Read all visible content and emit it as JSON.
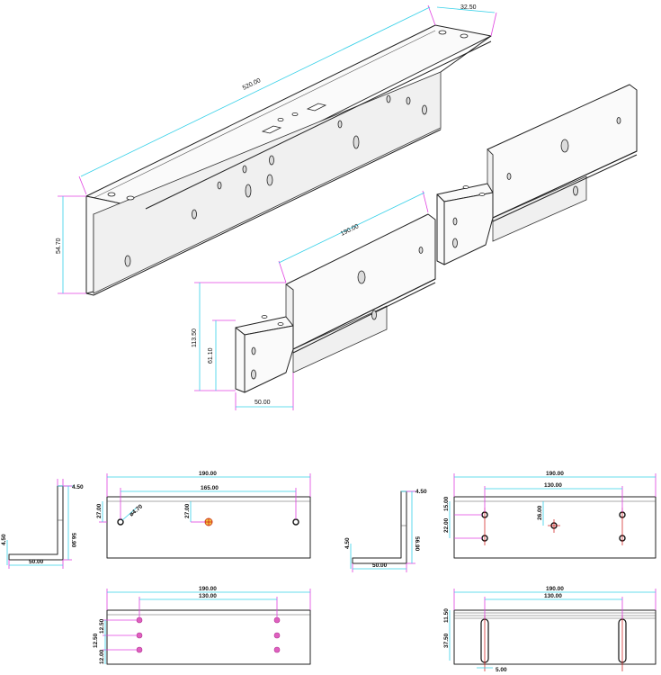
{
  "iso_dims": {
    "long_length": "520.00",
    "long_width": "32.50",
    "long_height": "54.70",
    "short_length": "190.00",
    "short_height": "113.50",
    "short_mid": "61.10",
    "short_base": "50.00"
  },
  "view_left_profile": {
    "thick": "4.50",
    "height": "56.90",
    "base_thick": "4.50",
    "base": "50.00"
  },
  "view_right_profile": {
    "thick": "4.50",
    "height": "56.90",
    "base_thick": "4.50",
    "base": "50.00"
  },
  "view_front_left": {
    "length": "190.00",
    "span": "165.00",
    "v1": "27.00",
    "v2": "27.00",
    "dia": "ø4.70"
  },
  "view_front_right": {
    "length": "190.00",
    "span": "130.00",
    "v1": "15.00",
    "v2": "22.00",
    "v3": "26.00"
  },
  "view_bottom_left": {
    "length": "190.00",
    "span": "130.00",
    "v1": "12.50",
    "v2": "12.50",
    "v3": "12.00"
  },
  "view_bottom_right": {
    "length": "190.00",
    "span": "130.00",
    "v1": "11.50",
    "v2": "37.50",
    "slot": "5.00"
  }
}
